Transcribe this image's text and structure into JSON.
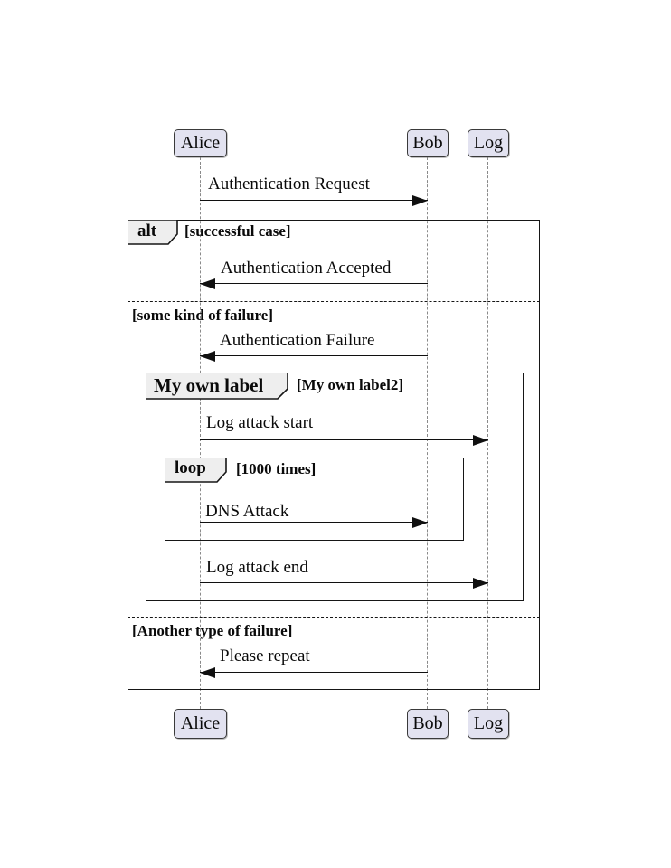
{
  "diagram": {
    "type": "uml-sequence-diagram",
    "participants": [
      {
        "name": "Alice"
      },
      {
        "name": "Bob"
      },
      {
        "name": "Log"
      }
    ],
    "messages": [
      {
        "label": "Authentication Request",
        "from": "Alice",
        "to": "Bob"
      },
      {
        "label": "Authentication Accepted",
        "from": "Bob",
        "to": "Alice"
      },
      {
        "label": "Authentication Failure",
        "from": "Bob",
        "to": "Alice"
      },
      {
        "label": "Log attack start",
        "from": "Alice",
        "to": "Log"
      },
      {
        "label": "DNS Attack",
        "from": "Alice",
        "to": "Bob"
      },
      {
        "label": "Log attack end",
        "from": "Alice",
        "to": "Log"
      },
      {
        "label": "Please repeat",
        "from": "Bob",
        "to": "Alice"
      }
    ],
    "frames": [
      {
        "operator": "alt",
        "guard": "[successful case]"
      },
      {
        "operator": "My own label",
        "guard": "[My own label2]"
      },
      {
        "operator": "loop",
        "guard": "[1000 times]"
      }
    ],
    "dividers": [
      {
        "label": "[some kind of failure]"
      },
      {
        "label": "[Another type of failure]"
      }
    ],
    "colors": {
      "background": "#FFFFFF",
      "participant_fill": "#E2E2F0",
      "participant_border": "#3A3A3A",
      "frame_label_fill": "#EEEEEE",
      "frame_border": "#161616",
      "lifeline": "#8A8A8A",
      "text": "#0A0A0A"
    }
  }
}
